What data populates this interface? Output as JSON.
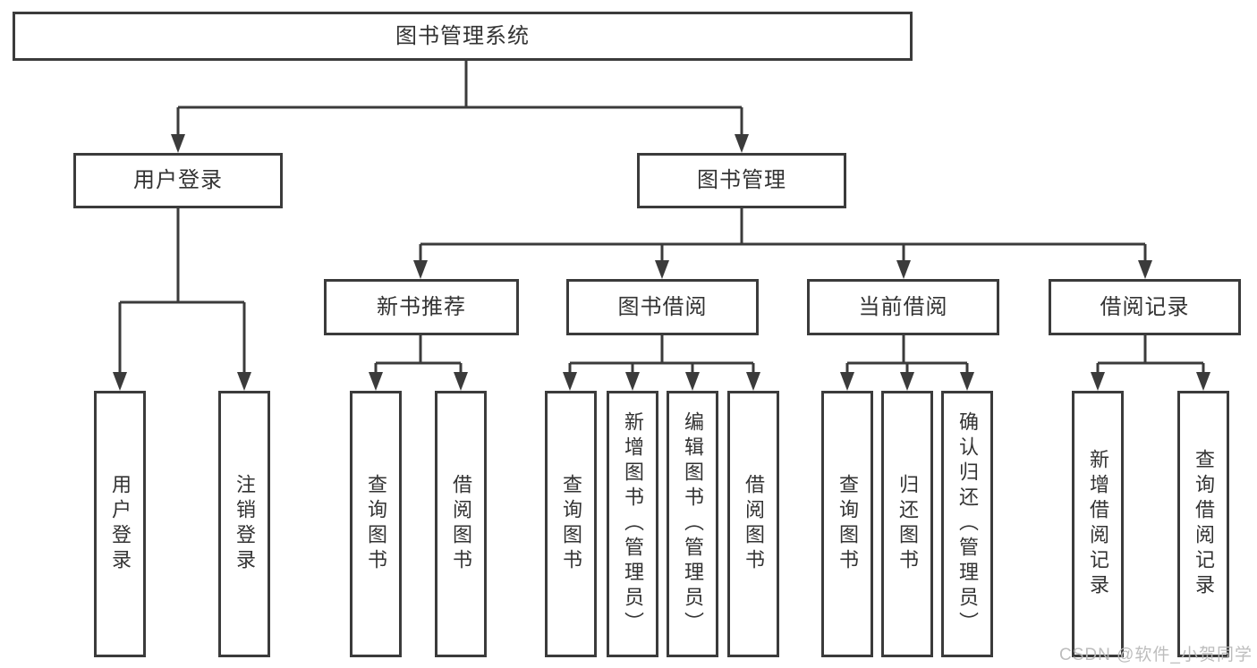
{
  "tree": {
    "root": "图书管理系统",
    "branches": [
      {
        "label": "用户登录",
        "leaves": [
          "用户登录",
          "注销登录"
        ]
      },
      {
        "label": "图书管理",
        "groups": [
          {
            "label": "新书推荐",
            "leaves": [
              "查询图书",
              "借阅图书"
            ]
          },
          {
            "label": "图书借阅",
            "leaves": [
              "查询图书",
              "新增图书（管理员）",
              "编辑图书（管理员）",
              "借阅图书"
            ]
          },
          {
            "label": "当前借阅",
            "leaves": [
              "查询图书",
              "归还图书",
              "确认归还（管理员）"
            ]
          },
          {
            "label": "借阅记录",
            "leaves": [
              "新增借阅记录",
              "查询借阅记录"
            ]
          }
        ]
      }
    ]
  },
  "colors": {
    "line": "#3b3b3b",
    "text": "#333333",
    "background": "#ffffff",
    "watermark": "#b9b9b9"
  },
  "watermark": {
    "text": "CSDN @软件_小贺同学"
  }
}
